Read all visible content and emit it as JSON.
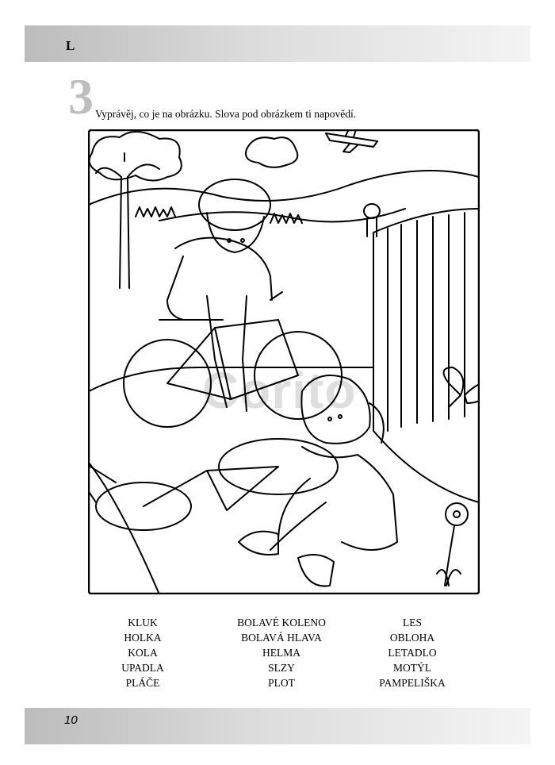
{
  "header": {
    "letter": "L"
  },
  "task": {
    "number": "3",
    "instruction": "Vyprávěj, co je na obrázku. Slova pod obrázkem ti napovědí."
  },
  "watermark": "Corito",
  "illustration": {
    "description_icons": [
      "boy-icon",
      "girl-icon",
      "bicycle-icon",
      "fence-icon",
      "butterfly-icon",
      "dandelion-icon",
      "airplane-icon",
      "tree-icon"
    ]
  },
  "words": {
    "column1": [
      "KLUK",
      "HOLKA",
      "KOLA",
      "UPADLA",
      "PLÁČE"
    ],
    "column2": [
      "BOLAVÉ KOLENO",
      "BOLAVÁ HLAVA",
      "HELMA",
      "SLZY",
      "PLOT"
    ],
    "column3": [
      "LES",
      "OBLOHA",
      "LETADLO",
      "MOTÝL",
      "PAMPELIŠKA"
    ]
  },
  "footer": {
    "page_number": "10"
  }
}
